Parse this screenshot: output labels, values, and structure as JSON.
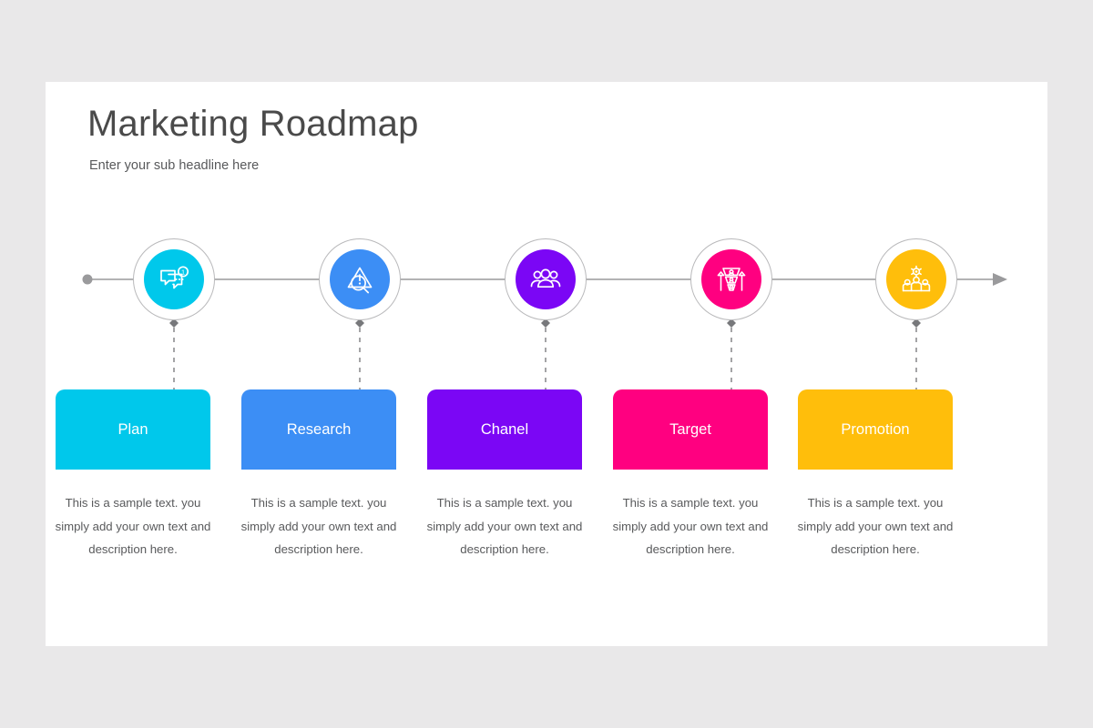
{
  "slide": {
    "title": "Marketing Roadmap",
    "subtitle": "Enter your sub headline here",
    "background_color": "#e9e8e9",
    "surface_color": "#ffffff",
    "timeline_color": "#9a9a9c"
  },
  "steps": [
    {
      "label": "Plan",
      "color": "#00c8eb",
      "icon": "chat-bubbles-notification-icon",
      "badge": "1",
      "description": "This is a sample text. you simply add your own text and description here."
    },
    {
      "label": "Research",
      "color": "#3c8ef5",
      "icon": "alert-triangle-magnifier-icon",
      "description": "This is a sample text. you simply add your own text and description here."
    },
    {
      "label": "Chanel",
      "color": "#7b06f5",
      "icon": "people-group-icon",
      "description": "This is a sample text. you simply add your own text and description here."
    },
    {
      "label": "Target",
      "color": "#ff0080",
      "icon": "conversion-funnel-arrows-icon",
      "description": "This is a sample text. you simply add your own text and description here."
    },
    {
      "label": "Promotion",
      "color": "#ffbe0b",
      "icon": "gear-team-icon",
      "description": "This is a sample text. you simply add your own text and description here."
    }
  ]
}
